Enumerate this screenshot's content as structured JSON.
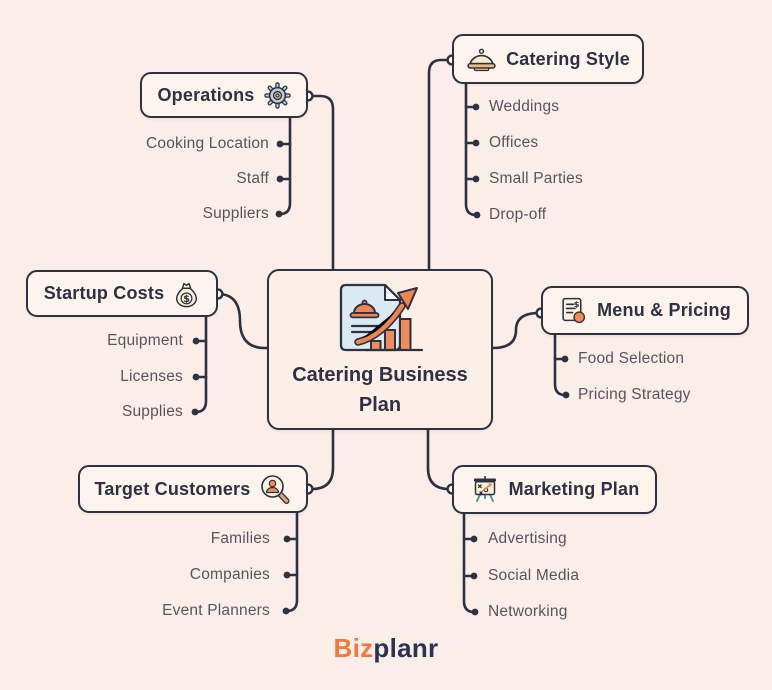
{
  "diagram_title": "Catering Business Plan",
  "colors": {
    "background": "#FBEEE8",
    "node_fill": "#FDF4EE",
    "center_fill": "#FCEFE7",
    "outline_navy": "#2D3142",
    "subitem_text": "#585460",
    "accent_orange": "#EF8650",
    "icon_blue_gray": "#B9CEDA",
    "icon_cream": "#F8EFD3",
    "icon_tan": "#E9BE7C",
    "icon_teal": "#4E9A8E",
    "logo_orange": "#F4793B",
    "logo_navy": "#2E3250"
  },
  "center": {
    "title": "Catering Business Plan",
    "icon": "business-plan-icon"
  },
  "branches": [
    {
      "label": "Operations",
      "icon": "gear-icon",
      "children": [
        "Cooking Location",
        "Staff",
        "Suppliers"
      ]
    },
    {
      "label": "Catering Style",
      "icon": "cloche-icon",
      "children": [
        "Weddings",
        "Offices",
        "Small Parties",
        "Drop-off"
      ]
    },
    {
      "label": "Startup Costs",
      "icon": "money-bag-icon",
      "children": [
        "Equipment",
        "Licenses",
        "Supplies"
      ]
    },
    {
      "label": "Menu & Pricing",
      "icon": "menu-list-icon",
      "children": [
        "Food Selection",
        "Pricing Strategy"
      ]
    },
    {
      "label": "Target Customers",
      "icon": "customer-search-icon",
      "children": [
        "Families",
        "Companies",
        "Event Planners"
      ]
    },
    {
      "label": "Marketing Plan",
      "icon": "presentation-board-icon",
      "children": [
        "Advertising",
        "Social Media",
        "Networking"
      ]
    }
  ],
  "logo": {
    "prefix": "Biz",
    "suffix": "planr"
  }
}
